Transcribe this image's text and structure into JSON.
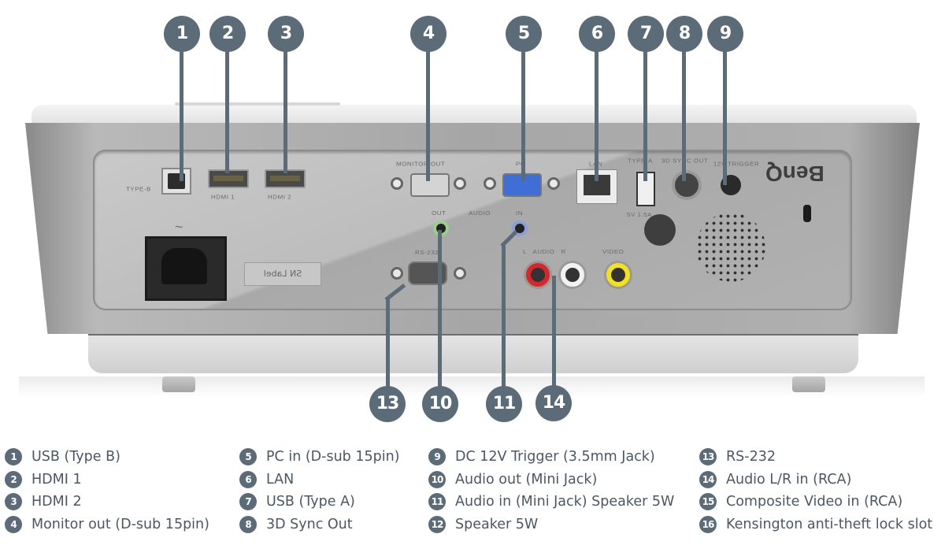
{
  "brand": "BenQ",
  "panel_labels": {
    "usb_b": "TYPE-B",
    "hdmi1": "HDMI 1",
    "hdmi2": "HDMI 2",
    "monitor_out": "MONITOR OUT",
    "pc": "PC",
    "lan": "LAN",
    "usb_a": "TYPE-A",
    "usb_a_power": "5V 1.5A",
    "sync": "3D SYNC OUT",
    "trigger": "12V TRIGGER",
    "audio_out": "OUT",
    "audio": "AUDIO",
    "audio_in": "IN",
    "rs232": "RS-232",
    "rca_audio": "L   AUDIO   R",
    "rca_video": "VIDEO",
    "sn_label": "SN Label",
    "ac_symbol": "~"
  },
  "callouts": [
    "1",
    "2",
    "3",
    "4",
    "5",
    "6",
    "7",
    "8",
    "9",
    "10",
    "11",
    "13",
    "14"
  ],
  "legend": {
    "columns": [
      [
        {
          "num": "1",
          "text": "USB (Type B)"
        },
        {
          "num": "2",
          "text": "HDMI 1"
        },
        {
          "num": "3",
          "text": "HDMI 2"
        },
        {
          "num": "4",
          "text": "Monitor out (D-sub 15pin)"
        }
      ],
      [
        {
          "num": "5",
          "text": "PC in (D-sub 15pin)"
        },
        {
          "num": "6",
          "text": "LAN"
        },
        {
          "num": "7",
          "text": "USB (Type A)"
        },
        {
          "num": "8",
          "text": "3D Sync Out"
        }
      ],
      [
        {
          "num": "9",
          "text": "DC 12V Trigger (3.5mm Jack)"
        },
        {
          "num": "10",
          "text": "Audio out (Mini Jack)"
        },
        {
          "num": "11",
          "text": "Audio in (Mini Jack) Speaker 5W"
        },
        {
          "num": "12",
          "text": "Speaker 5W"
        }
      ],
      [
        {
          "num": "13",
          "text": "RS-232"
        },
        {
          "num": "14",
          "text": "Audio L/R in (RCA)"
        },
        {
          "num": "15",
          "text": "Composite Video in (RCA)"
        },
        {
          "num": "16",
          "text": "Kensington anti-theft lock slot"
        }
      ]
    ]
  },
  "colors": {
    "callout": "#5c6b78",
    "legend_text": "#4a5866",
    "pc_port": "#3f6fd6",
    "audio_out_ring": "#9ccf8c",
    "audio_in_ring": "#8aa0d8",
    "rca_left": "#d9262a",
    "rca_right": "#f2f2f2",
    "rca_video": "#f1e21c"
  }
}
